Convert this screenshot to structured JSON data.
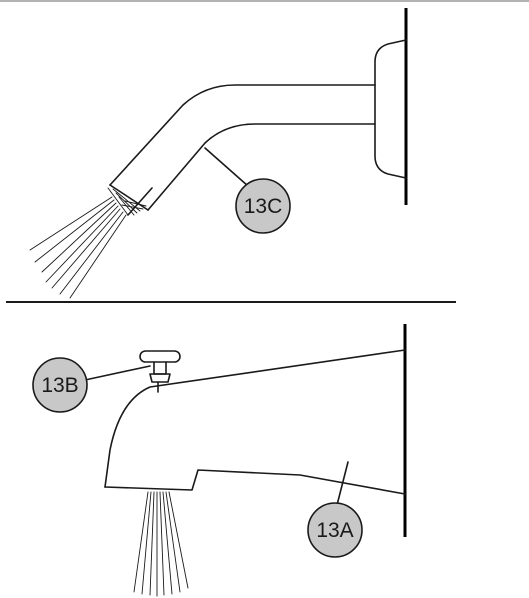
{
  "callouts": {
    "shower_arm": {
      "label": "13C"
    },
    "diverter_knob": {
      "label": "13B"
    },
    "tub_spout": {
      "label": "13A"
    }
  },
  "colors": {
    "callout_fill": "#c8c8c8",
    "ink": "#1a1a1a",
    "background": "#ffffff"
  }
}
